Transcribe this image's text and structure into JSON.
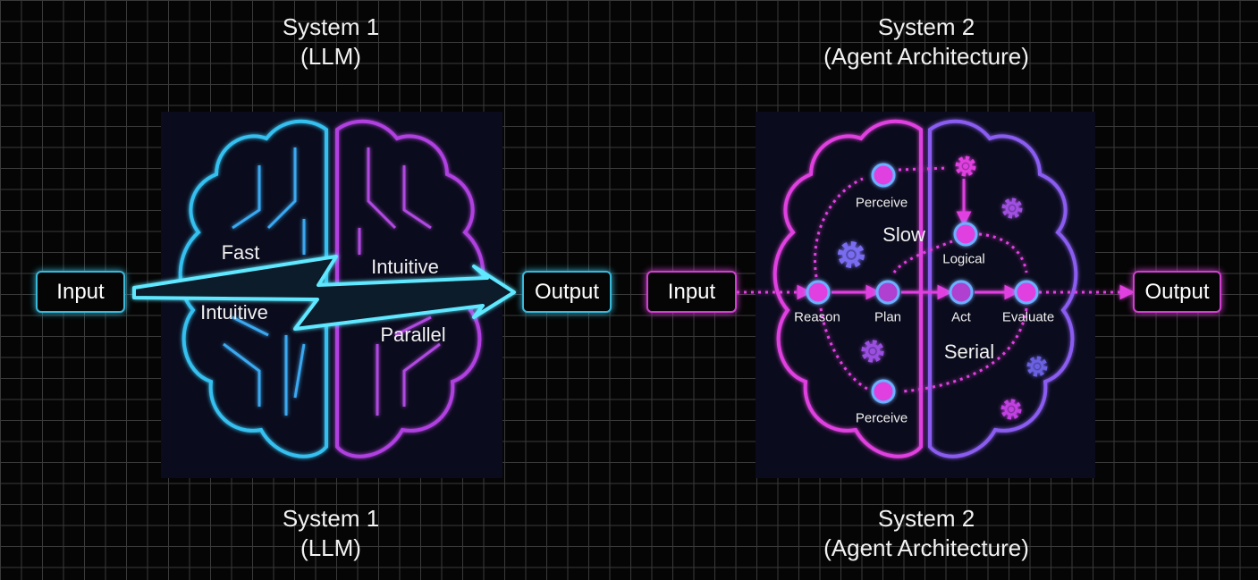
{
  "system1": {
    "title": "System 1",
    "subtitle": "(LLM)",
    "input_label": "Input",
    "output_label": "Output",
    "labels": {
      "fast": "Fast",
      "intuitive_top": "Intuitive",
      "intuitive_bottom": "Intuitive",
      "parallel": "Parallel"
    }
  },
  "system2": {
    "title": "System 2",
    "subtitle": "(Agent Architecture)",
    "input_label": "Input",
    "output_label": "Output",
    "labels": {
      "perceive_top": "Perceive",
      "slow": "Slow",
      "logical": "Logical",
      "reason": "Reason",
      "plan": "Plan",
      "act": "Act",
      "evaluate": "Evaluate",
      "serial": "Serial",
      "perceive_bottom": "Perceive"
    }
  },
  "colors": {
    "cyan": "#3ab8d8",
    "magenta": "#e040e0",
    "violet": "#8a5cf0"
  }
}
